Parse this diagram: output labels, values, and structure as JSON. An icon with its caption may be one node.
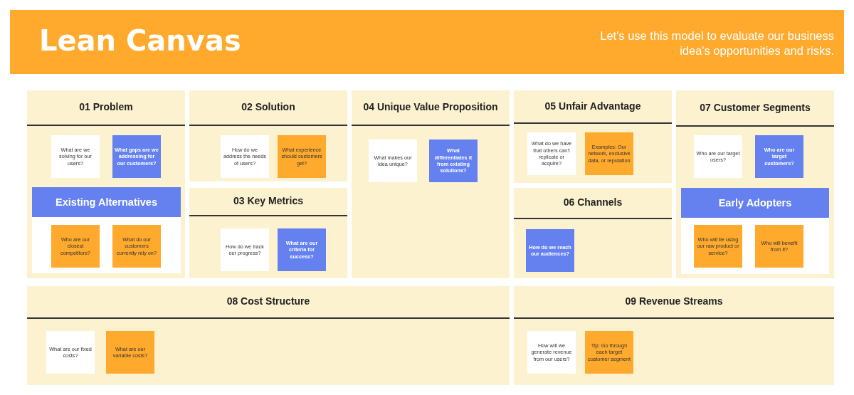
{
  "diagram": {
    "title": "Lean Canvas",
    "nodes": [
      {
        "text": [
          "01 Problem"
        ]
      },
      {
        "text": [
          "What are we solving for our users?"
        ],
        "in": 0
      },
      {
        "text": [
          "What gaps are we addressing for our customers?"
        ],
        "in": 0
      },
      {
        "text": [
          "Existing Alternatives"
        ],
        "in": 0
      },
      {
        "text": [
          "Who are our closest competitors?"
        ],
        "in": 3
      },
      {
        "text": [
          "What do our customers currently rely on?"
        ],
        "in": 3
      },
      {
        "text": [
          "02 Solution"
        ]
      },
      {
        "text": [
          "How do we address the needs of users?"
        ],
        "in": 6
      },
      {
        "text": [
          "What experience should customers get?"
        ],
        "in": 6
      },
      {
        "text": [
          "03 Key Metrics"
        ]
      },
      {
        "text": [
          "How do we track our progress?"
        ],
        "in": 9
      },
      {
        "text": [
          "What are our criteria for success?"
        ],
        "in": 9
      },
      {
        "text": [
          "04 Unique Value Proposition"
        ]
      },
      {
        "text": [
          "What makes our idea unique?"
        ],
        "in": 12
      },
      {
        "text": [
          "What differentiates it from existing solutions?"
        ],
        "in": 12
      },
      {
        "text": [
          "05 Unfair Advantage"
        ]
      },
      {
        "text": [
          "What do we have that others can't replicate or acquire?"
        ],
        "in": 15
      },
      {
        "text": [
          "Examples: Our network, exclusive data, or reputation"
        ],
        "in": 15
      },
      {
        "text": [
          "06 Channels"
        ]
      },
      {
        "text": [
          "How do we reach our audiences?"
        ],
        "in": 18
      },
      {
        "text": [
          "07 Customer Segments"
        ]
      },
      {
        "text": [
          "Who are our target users?"
        ],
        "in": 20
      },
      {
        "text": [
          "Who are our target customers?"
        ],
        "in": 20
      },
      {
        "text": [
          "Early Adopters"
        ],
        "in": 20
      },
      {
        "text": [
          "Who will be using our raw product or service?"
        ],
        "in": 23
      },
      {
        "text": [
          "Who will benefit from it?"
        ],
        "in": 23
      },
      {
        "text": [
          "08 Cost Structure"
        ]
      },
      {
        "text": [
          "What are our fixed costs?"
        ],
        "in": 26
      },
      {
        "text": [
          "What are our variable costs?"
        ],
        "in": 26
      },
      {
        "text": [
          "09 Revenue Streams"
        ]
      },
      {
        "text": [
          "How will we generate revenue from our users?"
        ],
        "in": 29
      },
      {
        "text": [
          "Tip: Go through each target customer segment"
        ],
        "in": 29
      }
    ],
    "edges": [],
    "labels": [
      "Let's use this model to evaluate our business idea's opportunities and risks."
    ]
  }
}
